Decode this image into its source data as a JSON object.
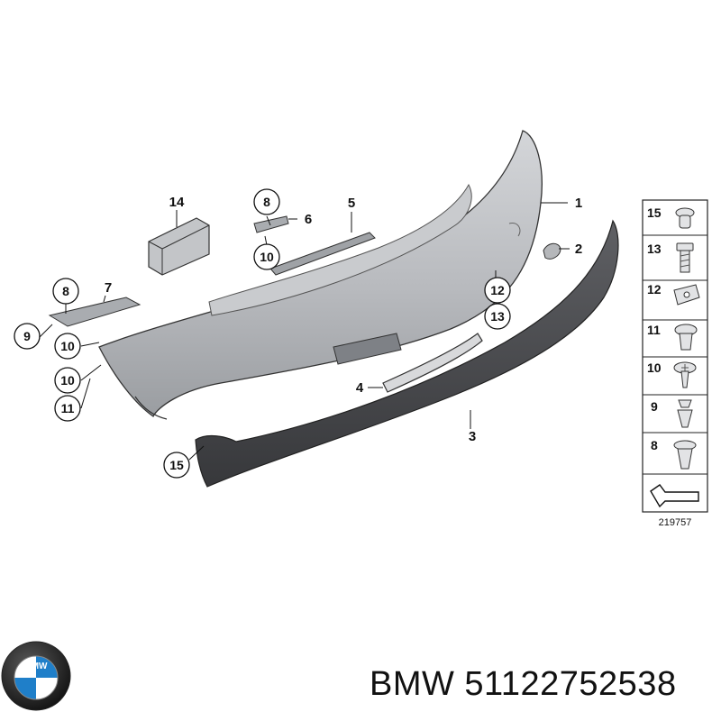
{
  "diagram": {
    "callouts": [
      {
        "id": "c14",
        "text": "14"
      },
      {
        "id": "c8a",
        "text": "8"
      },
      {
        "id": "c10a",
        "text": "10"
      },
      {
        "id": "c6",
        "text": "6"
      },
      {
        "id": "c5",
        "text": "5"
      },
      {
        "id": "c1",
        "text": "1"
      },
      {
        "id": "c2",
        "text": "2"
      },
      {
        "id": "c8b",
        "text": "8"
      },
      {
        "id": "c7",
        "text": "7"
      },
      {
        "id": "c9",
        "text": "9"
      },
      {
        "id": "c10b",
        "text": "10"
      },
      {
        "id": "c10c",
        "text": "10"
      },
      {
        "id": "c11",
        "text": "11"
      },
      {
        "id": "c12",
        "text": "12"
      },
      {
        "id": "c13",
        "text": "13"
      },
      {
        "id": "c4",
        "text": "4"
      },
      {
        "id": "c3",
        "text": "3"
      },
      {
        "id": "c15",
        "text": "15"
      }
    ],
    "legend": {
      "rows": [
        "15",
        "13",
        "12",
        "11",
        "10",
        "9",
        "8"
      ],
      "code": "219757"
    }
  },
  "brand": {
    "logo_letters": "BMW",
    "part_label": "BMW 51122752538"
  },
  "colors": {
    "bumper": "#b9bbbf",
    "trim": "#4a4b4e",
    "outline": "#222222"
  }
}
